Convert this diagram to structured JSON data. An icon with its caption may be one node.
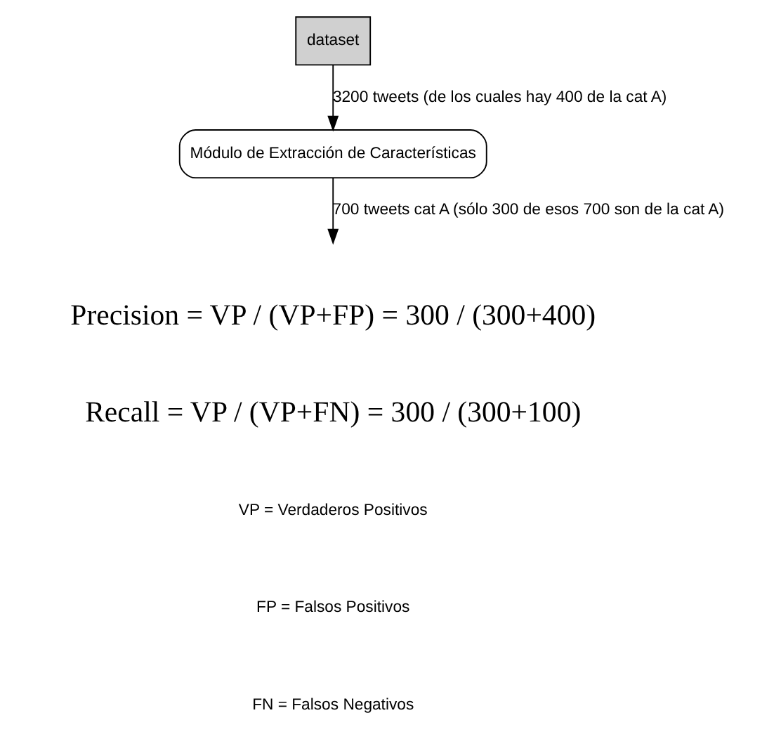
{
  "diagram": {
    "nodes": [
      {
        "text": [
          "dataset"
        ]
      },
      {
        "text": [
          "Módulo de Extracción de Características"
        ]
      }
    ],
    "edges": [
      {
        "from": 0,
        "to": 1,
        "arrow": "to",
        "label": "3200 tweets (de los cuales hay 400 de la cat A)"
      },
      {
        "from": 1,
        "to": null,
        "arrow": "to",
        "label": "700 tweets cat A (sólo 300 de esos 700 son de la cat A)"
      }
    ],
    "labels": [
      "Precision = VP / (VP+FP) = 300 / (300+400)",
      "Recall = VP / (VP+FN) = 300 / (300+100)",
      "VP = Verdaderos Positivos",
      "FP = Falsos Positivos",
      "FN = Falsos Negativos"
    ]
  }
}
